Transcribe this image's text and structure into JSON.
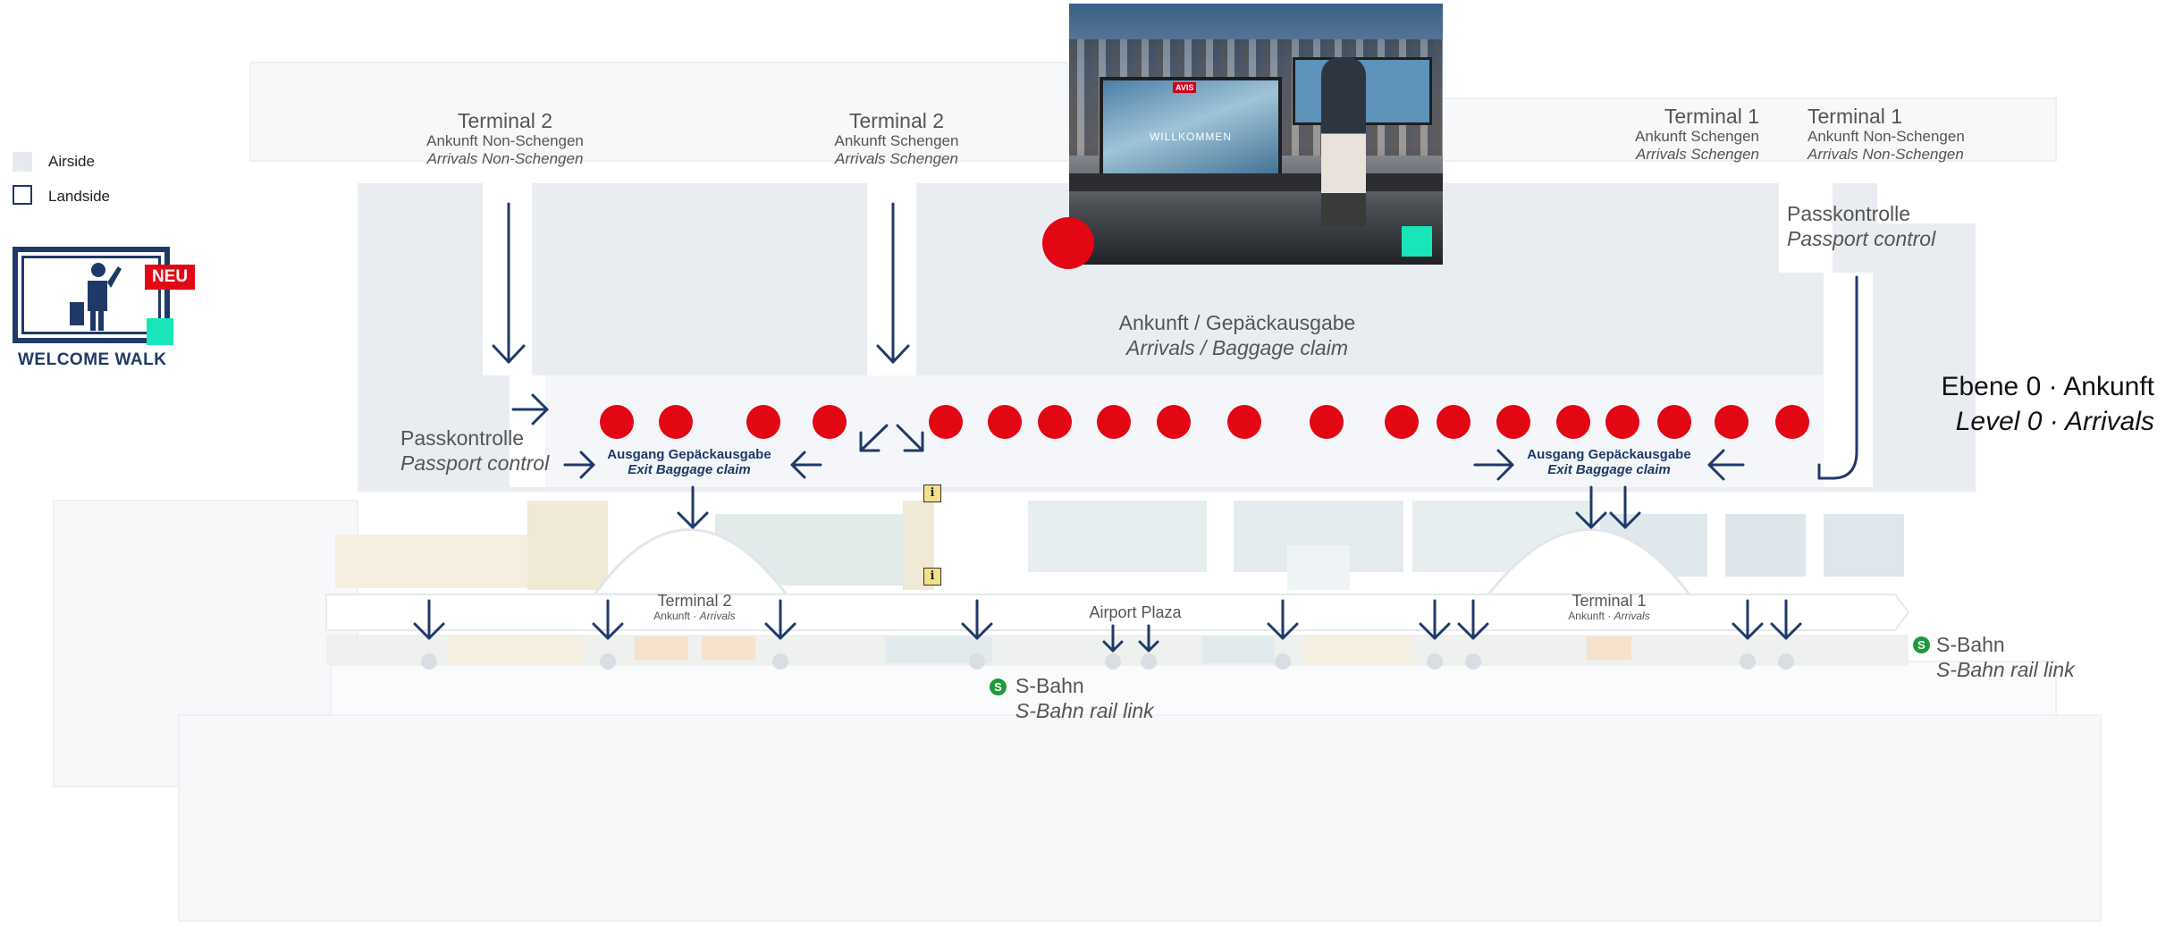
{
  "legend": [
    {
      "label": "Airside",
      "swatch": "#e6eaf0"
    },
    {
      "label": "Landside",
      "swatch": "#ffffff"
    }
  ],
  "logo": {
    "badge": "NEU",
    "caption": "WELCOME WALK"
  },
  "photo": {
    "screen_text": "WILLKOMMEN",
    "brand": "AVIS"
  },
  "level": {
    "de": "Ebene 0 · Ankunft",
    "en": "Level 0 · Arrivals"
  },
  "baggage_hall": {
    "de": "Ankunft / Gepäckausgabe",
    "en": "Arrivals / Baggage claim"
  },
  "entries": [
    {
      "terminal": "Terminal 2",
      "de": "Ankunft Non-Schengen",
      "en": "Arrivals Non-Schengen"
    },
    {
      "terminal": "Terminal 2",
      "de": "Ankunft Schengen",
      "en": "Arrivals Schengen"
    },
    {
      "terminal": "Terminal 1",
      "de": "Ankunft Schengen",
      "en": "Arrivals Schengen"
    },
    {
      "terminal": "Terminal 1",
      "de": "Ankunft Non-Schengen",
      "en": "Arrivals Non-Schengen"
    }
  ],
  "passport_control": [
    {
      "de": "Passkontrolle",
      "en": "Passport control"
    },
    {
      "de": "Passkontrolle",
      "en": "Passport control"
    }
  ],
  "exits": [
    {
      "de": "Ausgang Gepäckausgabe",
      "en": "Exit Baggage claim"
    },
    {
      "de": "Ausgang Gepäckausgabe",
      "en": "Exit Baggage claim"
    }
  ],
  "halls": [
    {
      "name": "Terminal 2",
      "de": "Ankunft",
      "en": "Arrivals"
    },
    {
      "name": "Terminal 1",
      "de": "Ankunft",
      "en": "Arrivals"
    }
  ],
  "plaza": "Airport Plaza",
  "sbahn": [
    {
      "icon": "S",
      "de": "S-Bahn",
      "en": "S-Bahn rail link"
    },
    {
      "icon": "S",
      "de": "S-Bahn",
      "en": "S-Bahn rail link"
    }
  ],
  "info_icon": "i",
  "colors": {
    "navy": "#1f3a68",
    "red": "#e30613",
    "mint": "#19e6b8",
    "airside": "#e6eaf0",
    "sbahn": "#1f9a3a"
  }
}
